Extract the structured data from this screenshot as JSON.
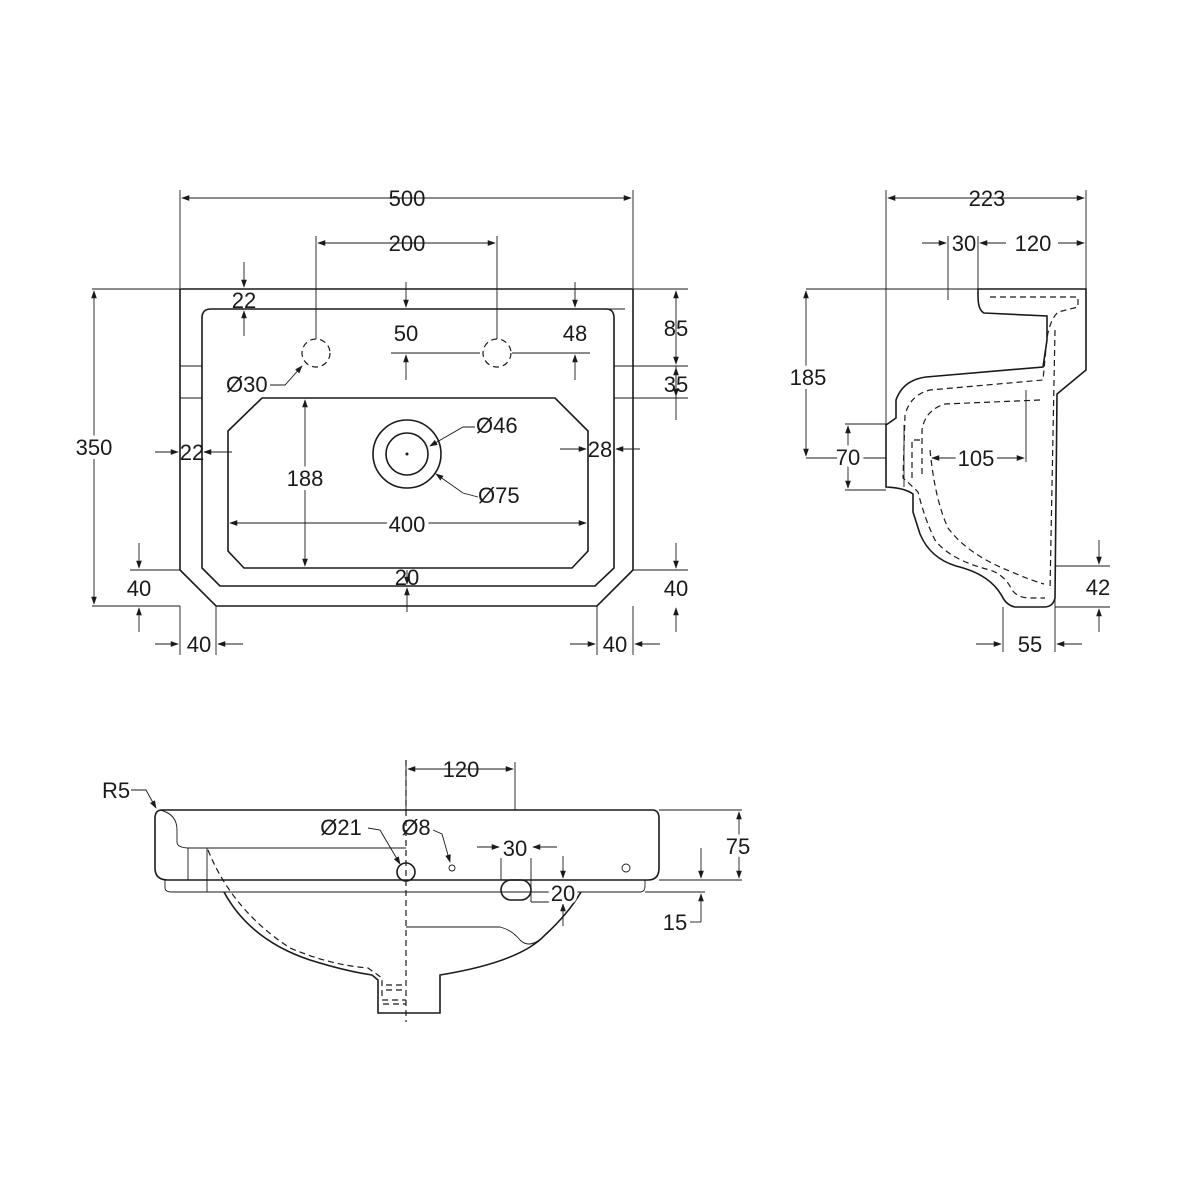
{
  "views": {
    "plan": {
      "dims": {
        "overall_width": "500",
        "tap_spacing": "200",
        "front_rim": "22",
        "tap_offset_a": "50",
        "tap_offset_b": "48",
        "back_depth": "85",
        "rim_step": "35",
        "overall_depth": "350",
        "left_rim": "22",
        "bowl_depth": "188",
        "waste_inner": "Ø46",
        "waste_outer": "Ø75",
        "right_rim": "28",
        "bowl_width": "400",
        "front_margin": "20",
        "left_chamfer_v": "40",
        "right_chamfer_v": "40",
        "left_chamfer_h": "40",
        "right_chamfer_h": "40",
        "tap_hole": "Ø30"
      }
    },
    "side": {
      "dims": {
        "overall_projection": "223",
        "rim_offset": "30",
        "wall_offset": "120",
        "height": "185",
        "waste_height": "70",
        "waste_projection": "105",
        "foot_height": "42",
        "foot_width": "55"
      }
    },
    "front": {
      "dims": {
        "radius": "R5",
        "overflow_width": "120",
        "waste_dia": "Ø21",
        "small_hole": "Ø8",
        "slot_width": "30",
        "slot_height": "20",
        "rim_height": "75",
        "base_offset": "15"
      }
    }
  }
}
